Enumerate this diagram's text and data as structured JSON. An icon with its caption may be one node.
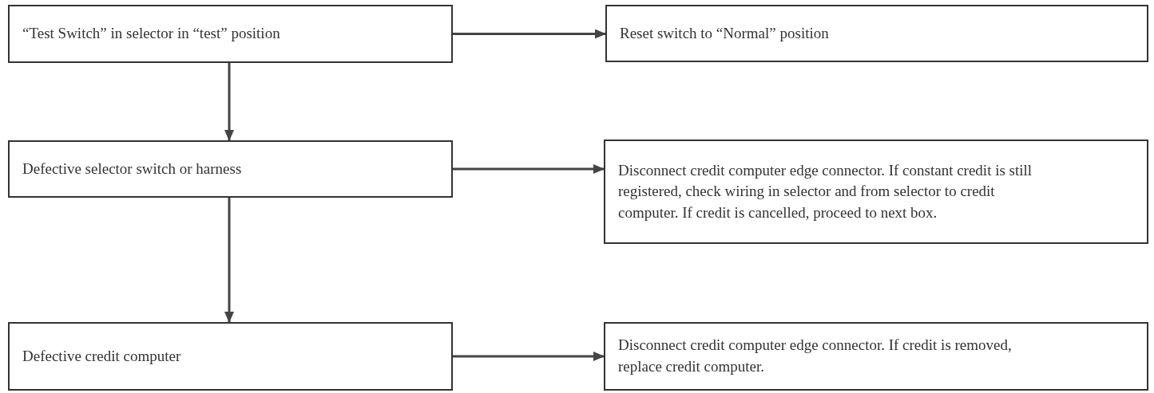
{
  "diagram": {
    "nodes": [
      {
        "text": [
          "“Test Switch” in selector in “test” position"
        ]
      },
      {
        "text": [
          "Reset switch to “Normal” position"
        ]
      },
      {
        "text": [
          "Defective selector switch or harness"
        ]
      },
      {
        "text": [
          "Disconnect credit computer edge connector. If constant credit is still registered, check wiring in selector and from selector to credit computer. If credit is cancelled, proceed to next box."
        ]
      },
      {
        "text": [
          "Defective credit computer"
        ]
      },
      {
        "text": [
          "Disconnect credit computer edge connector. If credit is removed, replace credit computer."
        ]
      }
    ],
    "edges": [
      {
        "from": 0,
        "to": 1,
        "arrow": "to"
      },
      {
        "from": 0,
        "to": 2,
        "arrow": "to"
      },
      {
        "from": 2,
        "to": 3,
        "arrow": "to"
      },
      {
        "from": 2,
        "to": 4,
        "arrow": "to"
      },
      {
        "from": 4,
        "to": 5,
        "arrow": "to"
      }
    ]
  }
}
